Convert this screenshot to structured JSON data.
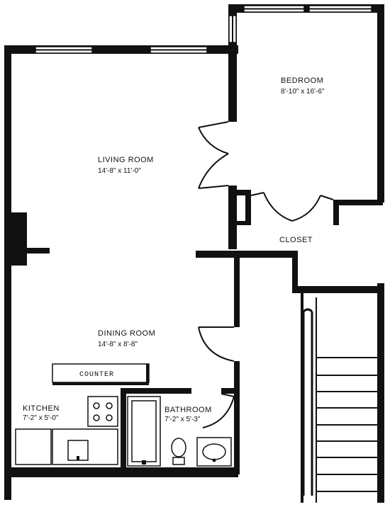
{
  "rooms": {
    "bedroom": {
      "name": "BEDROOM",
      "size": "8'-10\" x 16'-6\""
    },
    "living": {
      "name": "LIVING ROOM",
      "size": "14'-8\" x 11'-0\""
    },
    "closet": {
      "name": "CLOSET"
    },
    "dining": {
      "name": "DINING ROOM",
      "size": "14'-8\" x 8'-8\""
    },
    "kitchen": {
      "name": "KITCHEN",
      "size": "7'-2\" x 5'-0\""
    },
    "bathroom": {
      "name": "BATHROOM",
      "size": "7'-2\" x 5'-3\""
    }
  },
  "fixtures": {
    "counter": "COUNTER"
  }
}
